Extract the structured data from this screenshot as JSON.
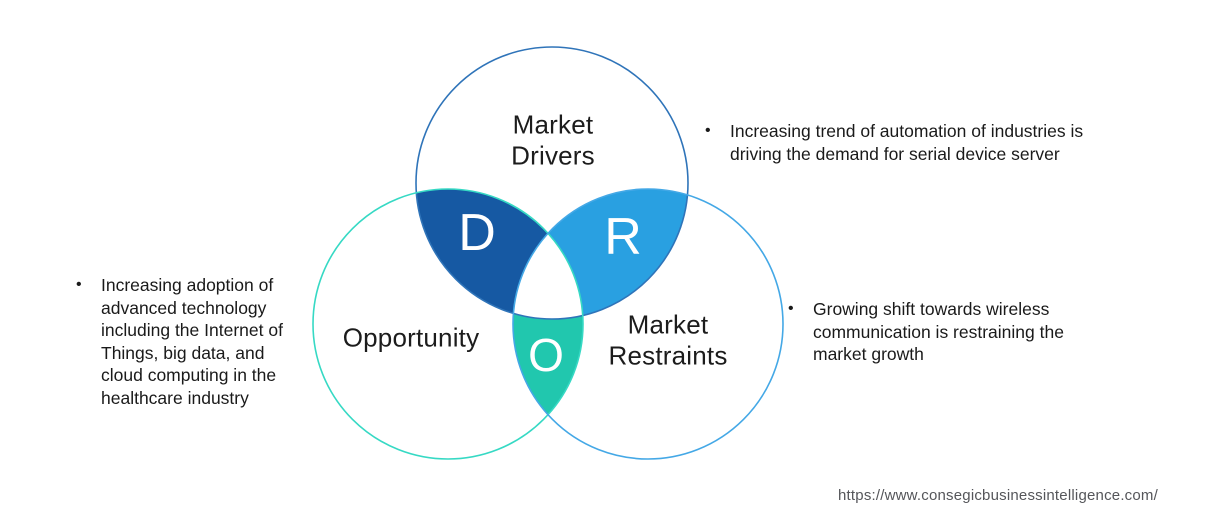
{
  "venn": {
    "center_fill": "#ffffff",
    "drivers": {
      "label": "Market\nDrivers",
      "letter": "D",
      "fill": "#1659A3",
      "stroke": "#2F74B9"
    },
    "restraints": {
      "label": "Market\nRestraints",
      "letter": "R",
      "fill": "#29A0E1",
      "stroke": "#44A8E6"
    },
    "opportunity": {
      "label": "Opportunity",
      "letter": "O",
      "fill": "#21C7AE",
      "stroke": "#36D9C4"
    }
  },
  "bullets": {
    "drivers": {
      "marker": "•",
      "text": "Increasing trend of automation of industries is\ndriving the demand for serial device server"
    },
    "opportunity": {
      "marker": "•",
      "text": "Increasing adoption of\nadvanced technology\nincluding the Internet of\nThings, big data, and\ncloud computing in the\nhealthcare industry"
    },
    "restraints": {
      "marker": "•",
      "text": "Growing shift towards wireless\ncommunication is restraining the\nmarket growth"
    }
  },
  "footer": {
    "url": "https://www.consegicbusinessintelligence.com/"
  }
}
